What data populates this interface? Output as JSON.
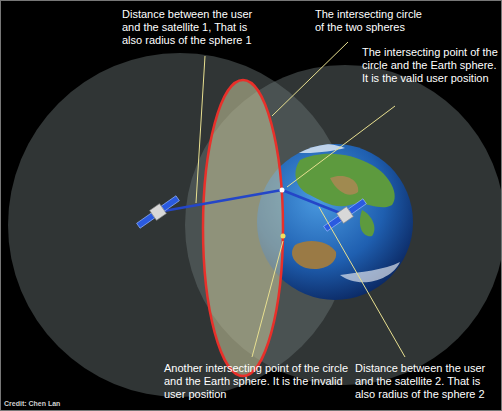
{
  "diagram": {
    "labels": [
      "Distance between the user and the satellite 1, That is also radius of the sphere 1",
      "The intersecting circle of the two spheres",
      "The intersecting point of the circle and the Earth sphere. It is the valid user position",
      "Another intersecting point of the circle and the Earth sphere. It is the invalid user position",
      "Distance between the user and the satellite 2. That is also radius of the sphere 2",
      "Credit: Chen Lan"
    ]
  }
}
